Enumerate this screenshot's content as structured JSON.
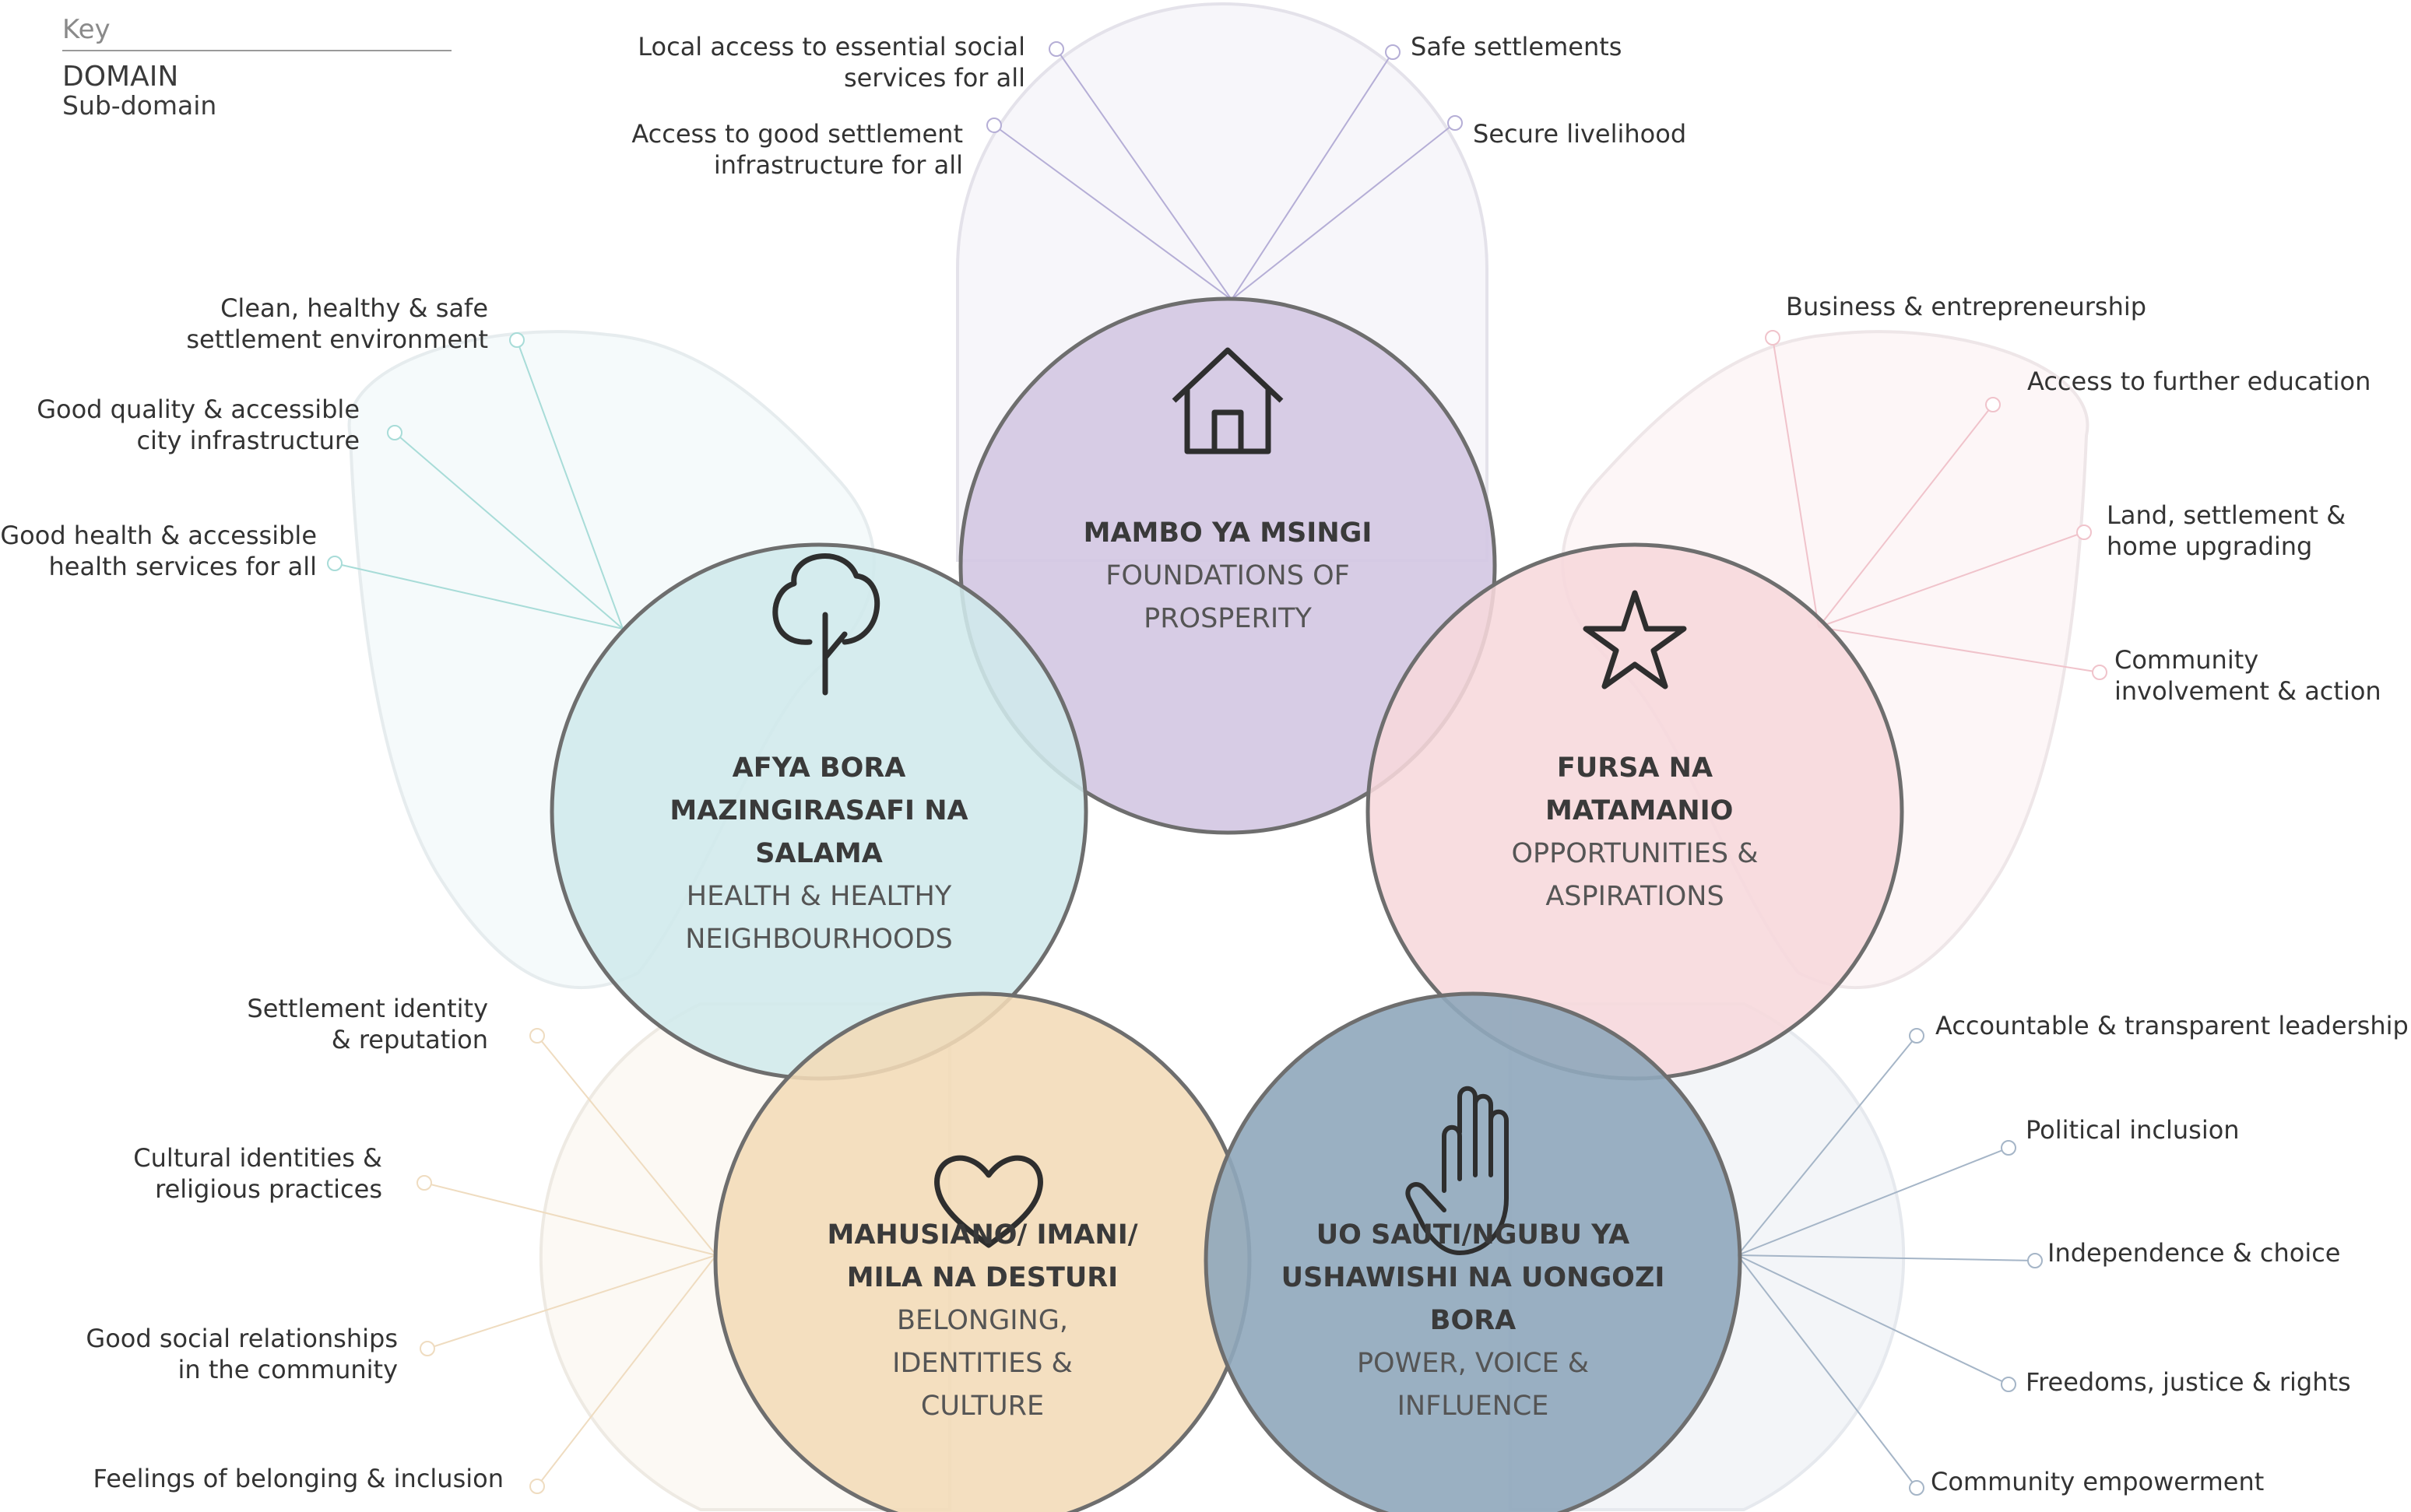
{
  "key": {
    "title": "Key",
    "domain": "DOMAIN",
    "subdomain": "Sub-domain"
  },
  "domains": {
    "foundations": {
      "name": "MAMBO YA MSINGI",
      "subtitle": "FOUNDATIONS OF PROSPERITY",
      "icon": "house-icon",
      "color": "#d4c8e3",
      "subdomains": [
        "Local access to essential social services for all",
        "Access to good settlement infrastructure for all",
        "Safe settlements",
        "Secure livelihood"
      ]
    },
    "health": {
      "name": "AFYA BORA MAZINGIRASAFI NA SALAMA",
      "subtitle": "HEALTH & HEALTHY NEIGHBOURHOODS",
      "icon": "tree-icon",
      "color": "#d0e9ec",
      "subdomains": [
        "Clean, healthy & safe settlement environment",
        "Good quality & accessible city infrastructure",
        "Good health & accessible health services for all"
      ]
    },
    "opportunities": {
      "name": "FURSA NA MATAMANIO",
      "subtitle": "OPPORTUNITIES & ASPIRATIONS",
      "icon": "star-icon",
      "color": "#f7d8dc",
      "subdomains": [
        "Business & entrepreneurship",
        "Access to further education",
        "Land, settlement & home upgrading",
        "Community involvement & action"
      ]
    },
    "belonging": {
      "name": "MAHUSIANO/ IMANI/ MILA NA DESTURI",
      "subtitle": "BELONGING, IDENTITIES & CULTURE",
      "icon": "heart-icon",
      "color": "#f2dbb7",
      "subdomains": [
        "Settlement identity & reputation",
        "Cultural identities & religious practices",
        "Good social relationships in the community",
        "Feelings of belonging & inclusion"
      ]
    },
    "power": {
      "name": "UO SAUTI/NGUBU YA USHAWISHI NA UONGOZI BORA",
      "subtitle": "POWER, VOICE & INFLUENCE",
      "icon": "raised-hand-icon",
      "color": "#8fa7bb",
      "subdomains": [
        "Accountable & transparent leadership",
        "Political inclusion",
        "Independence & choice",
        "Freedoms, justice & rights",
        "Community empowerment"
      ]
    }
  }
}
